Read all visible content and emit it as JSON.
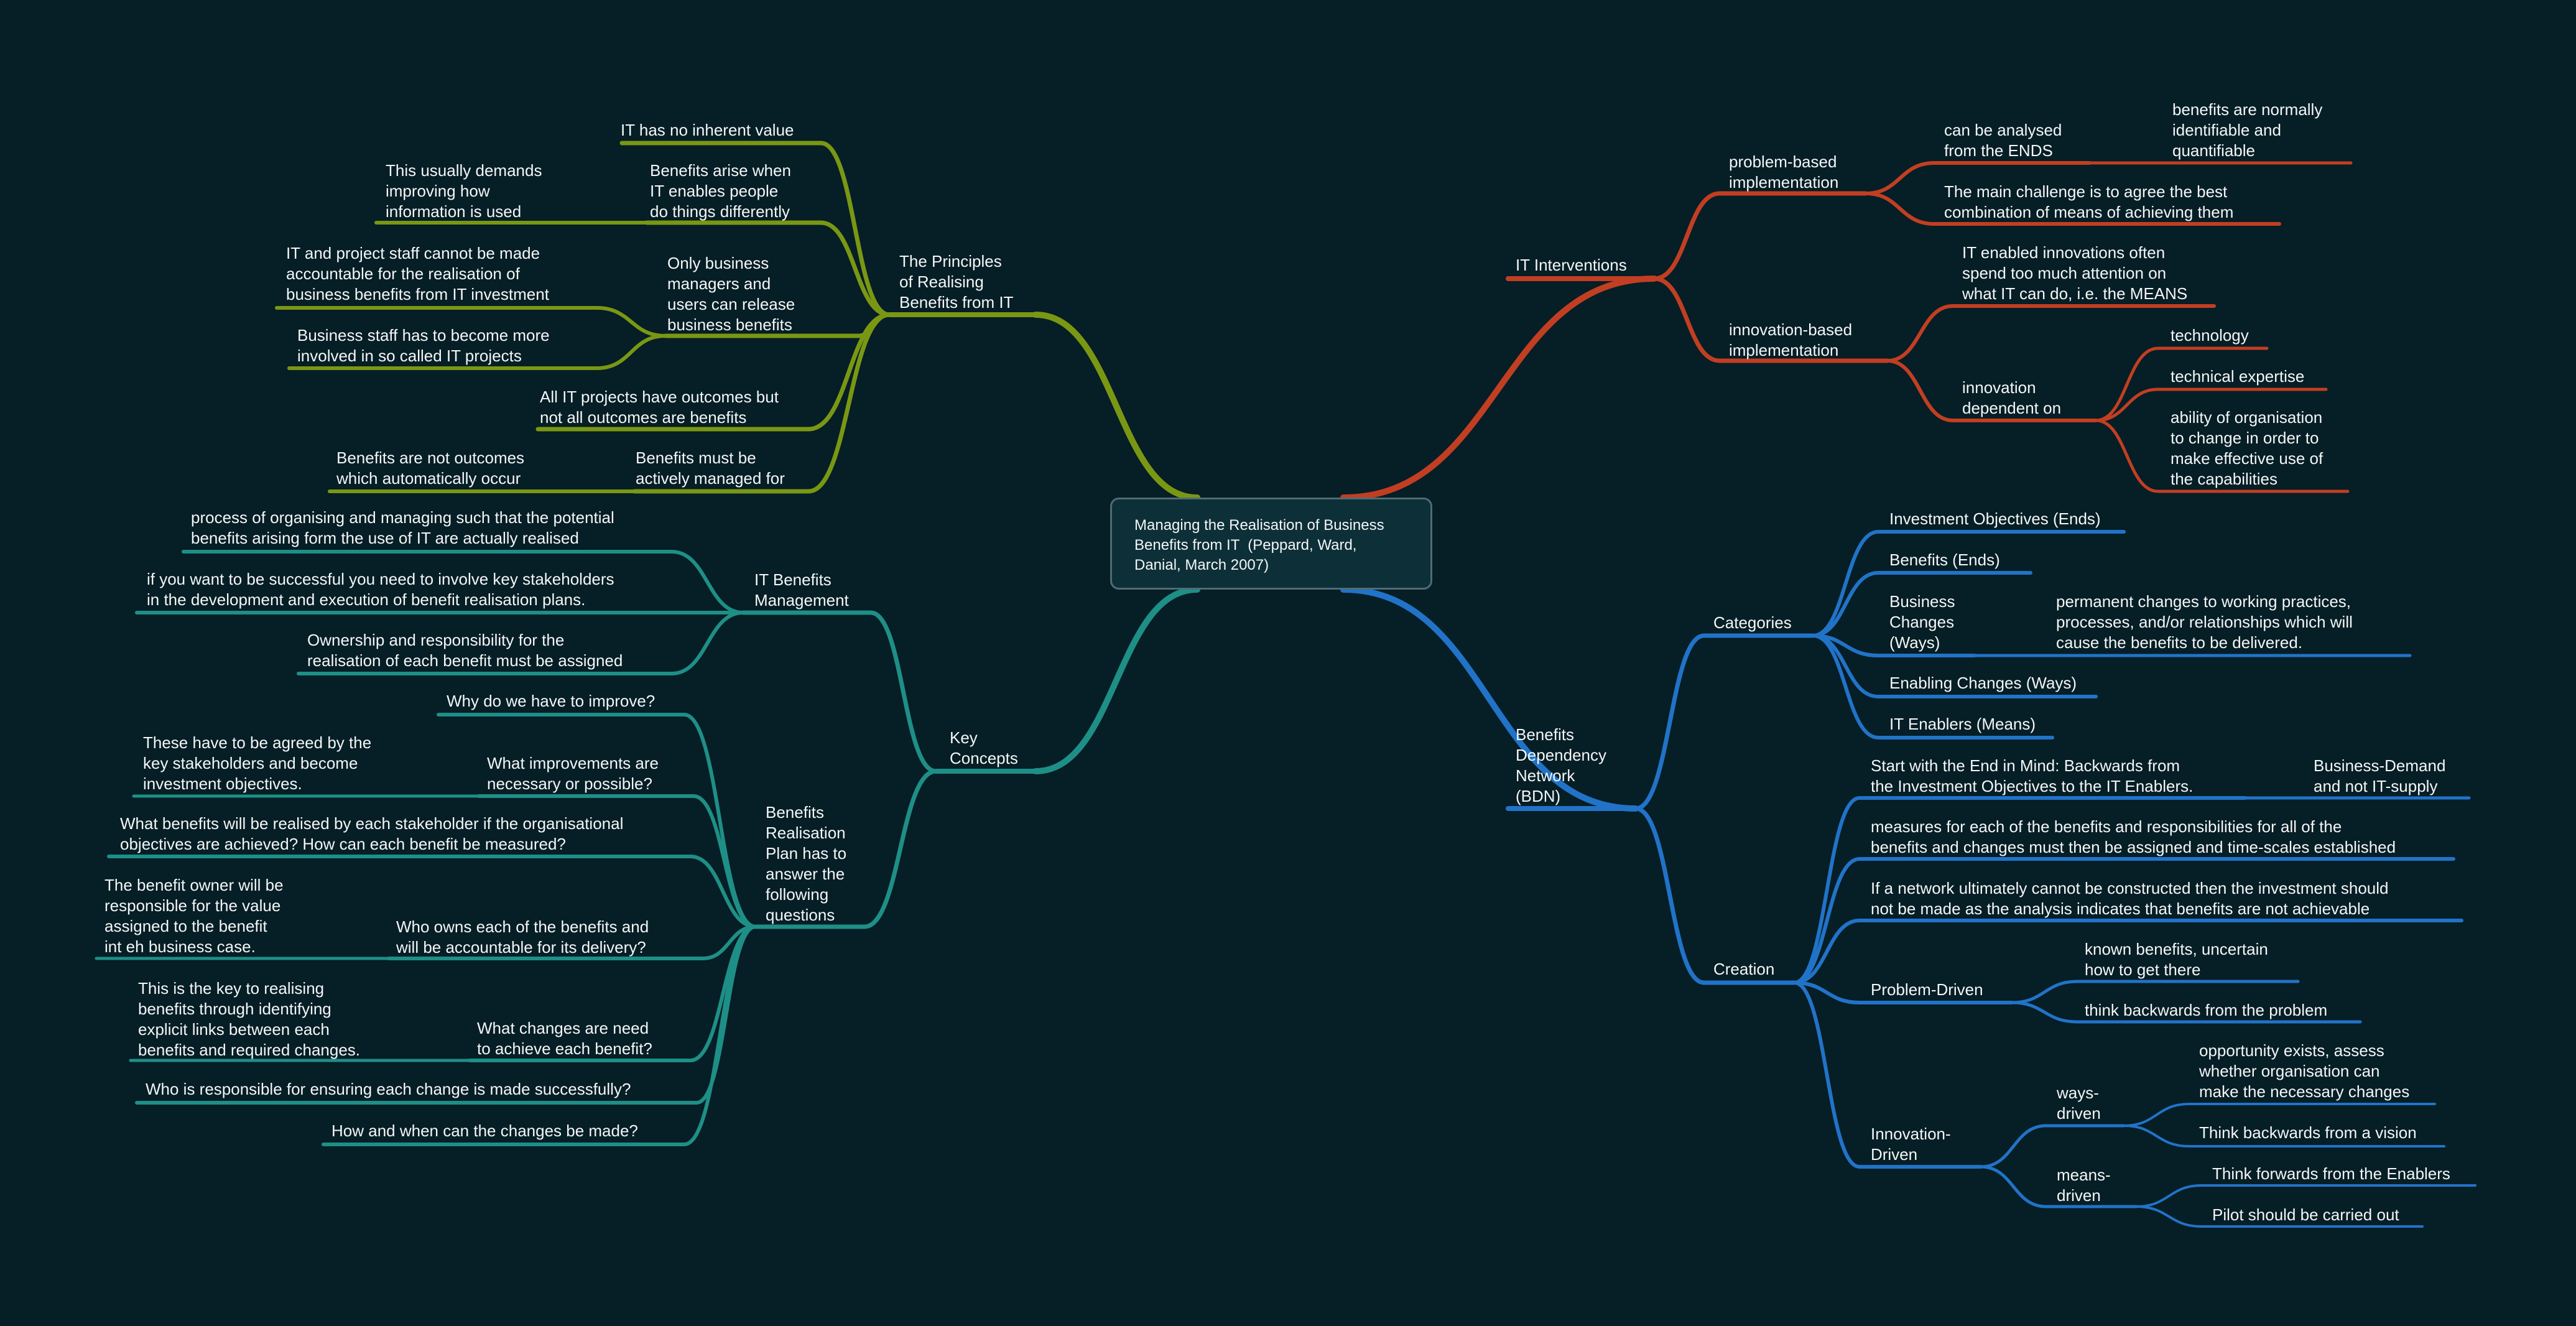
{
  "colors": {
    "background": "#061e26",
    "principles": "#7a9714",
    "key_concepts": "#1e8f86",
    "it_interventions": "#c23e22",
    "bdn": "#2173c8",
    "text": "#f4f6f6"
  },
  "central_topic": "Managing the Realisation of Business\nBenefits from IT  (Peppard, Ward,\nDanial, March 2007)",
  "left": {
    "principles": {
      "label": "The Principles\nof Realising\nBenefits from IT",
      "children": [
        "IT has no inherent value",
        "Benefits arise when\nIT enables people\ndo things differently",
        "This usually demands\nimproving how\ninformation is used",
        "Only business\nmanagers and\nusers can release\nbusiness benefits",
        "IT and project staff cannot be made\naccountable for the realisation of\nbusiness benefits from IT investment",
        "Business staff has to become more\ninvolved in so called IT projects",
        "All IT projects have outcomes but\nnot all outcomes are benefits",
        "Benefits must be\nactively managed for",
        "Benefits are not outcomes\nwhich automatically occur"
      ]
    },
    "key_concepts": {
      "label": "Key\nConcepts",
      "it_benefits_management": {
        "label": "IT Benefits\nManagement",
        "children": [
          "process of organising and managing such that the potential\nbenefits arising form the use of IT are actually realised",
          "if you want to be successful you need to involve key stakeholders\nin the development and execution of benefit realisation plans.",
          "Ownership and responsibility for the\nrealisation of each benefit must be assigned"
        ]
      },
      "benefits_realisation_plan": {
        "label": "Benefits\nRealisation\nPlan has to\nanswer the\nfollowing\nquestions",
        "children": [
          "Why do we have to improve?",
          "What improvements are\nnecessary or possible?",
          "These have to be agreed by the\nkey stakeholders and become\ninvestment objectives.",
          "What benefits will be realised by each stakeholder if the organisational\nobjectives are achieved? How can each benefit be measured?",
          "Who owns each of the benefits and\nwill be accountable for its delivery?",
          "The benefit owner will be\nresponsible for the value\nassigned to the benefit\nint eh business case.",
          "What changes are need\nto achieve each benefit?",
          "This is the key to realising\nbenefits through identifying\nexplicit links between each\nbenefits and required changes.",
          "Who is responsible for ensuring each change is made successfully?",
          "How and when can the changes be made?"
        ]
      }
    }
  },
  "right": {
    "it_interventions": {
      "label": "IT Interventions",
      "problem_based": "problem-based\nimplementation",
      "can_be_analysed": "can be analysed\nfrom the ENDS",
      "benefits_identifiable": "benefits are normally\nidentifiable and\nquantifiable",
      "main_challenge": "The main challenge is to agree the best\ncombination of means of achieving them",
      "innovation_based": "innovation-based\nimplementation",
      "it_enabled": "IT enabled innovations often\nspend too much attention on\nwhat IT can do, i.e. the MEANS",
      "innovation_dependent": "innovation\ndependent on",
      "technology": "technology",
      "technical_expertise": "technical expertise",
      "ability": "ability of organisation\nto change in order to\nmake effective use of\nthe capabilities"
    },
    "bdn": {
      "label": "Benefits\nDependency\nNetwork\n(BDN)",
      "categories": {
        "label": "Categories",
        "investment_objectives": "Investment Objectives (Ends)",
        "benefits": "Benefits (Ends)",
        "business_changes": "Business\nChanges\n(Ways)",
        "business_changes_desc": "permanent changes to working practices,\nprocesses, and/or relationships which will\ncause the benefits to be delivered.",
        "enabling_changes": "Enabling Changes (Ways)",
        "it_enablers": "IT Enablers (Means)"
      },
      "creation": {
        "label": "Creation",
        "start_with_end": "Start with the End in Mind: Backwards from\nthe Investment Objectives to the IT Enablers.",
        "business_demand": "Business-Demand\nand not IT-supply",
        "measures": "measures for each of the benefits and responsibilities for all of the\nbenefits and changes must then be assigned and time-scales established",
        "if_network": "If a network ultimately cannot be constructed then the investment should\nnot be made as the analysis indicates that benefits are not achievable",
        "problem_driven": "Problem-Driven",
        "known_benefits": "known benefits, uncertain\nhow to get there",
        "think_backwards_problem": "think backwards from the problem",
        "innovation_driven": "Innovation-\nDriven",
        "ways_driven": "ways-\ndriven",
        "opportunity": "opportunity exists, assess\nwhether organisation can\nmake the necessary changes",
        "think_backwards_vision": "Think backwards from a vision",
        "means_driven": "means-\ndriven",
        "think_forwards": "Think forwards from the Enablers",
        "pilot": "Pilot should be carried out"
      }
    }
  }
}
